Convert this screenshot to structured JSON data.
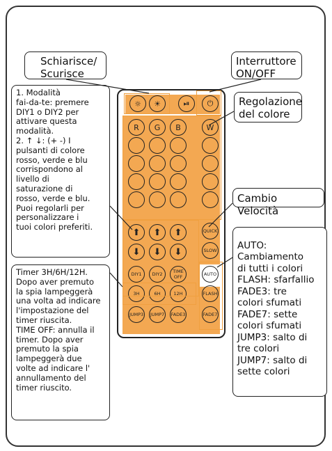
{
  "callouts": {
    "brightness": "Schiarisce/\nScurisce",
    "power": "Interruttore\nON/OFF",
    "color_adjust": "Regolazione\ndel colore",
    "diy": "1. Modalità\nfai-da-te: premere\nDIY1 o DIY2 per\nattivare questa\nmodalità.\n2. ↑ ↓: (+ -) I\npulsanti di colore\nrosso, verde e blu\ncorrispondono al\nlivello di\nsaturazione di\nrosso, verde e blu.\nPuoi regolarli per\npersonalizzare i\ntuoi colori preferiti.",
    "speed": "Cambio Velocità",
    "timer": "Timer 3H/6H/12H.\nDopo aver premuto\nla spia lampeggerà\nuna volta ad indicare\nl'impostazione del\ntimer riuscita.\nTIME OFF: annulla il\ntimer. Dopo aver\npremuto la spia\nlampeggerà due\nvolte ad indicare l'\nannullamento del\ntimer riuscito.",
    "modes": "AUTO:\nCambiamento\ndi tutti i colori\nFLASH: sfarfallio\nFADE3: tre\ncolori sfumati\nFADE7: sette\ncolori sfumati\nJUMP3: salto di\ntre colori\nJUMP7: salto di\nsette colori"
  },
  "remote": {
    "top_row_icons": [
      "brightness-down-icon",
      "brightness-up-icon",
      "play-pause-icon",
      "power-icon"
    ],
    "color_row": [
      "R",
      "G",
      "B",
      "W"
    ],
    "diy_row": [
      "DIY1",
      "DIY2",
      "TIME OFF",
      "AUTO"
    ],
    "timer_row": [
      "3H",
      "6H",
      "12H",
      "FLASH"
    ],
    "bottom_row": [
      "JUMP3",
      "JUMP7",
      "FADE3",
      "FADE7"
    ],
    "speed_buttons": [
      "QUICK",
      "SLOW"
    ],
    "accent_color": "#f3a852"
  }
}
